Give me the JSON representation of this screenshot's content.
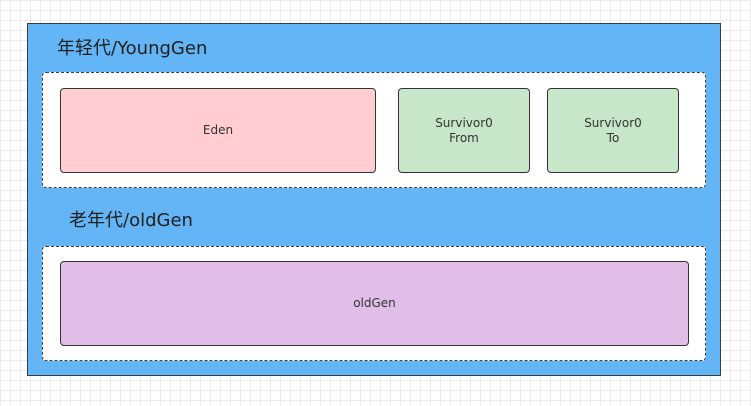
{
  "young_gen": {
    "title": "年轻代/YoungGen",
    "eden": "Eden",
    "survivor_from": {
      "line1": "Survivor0",
      "line2": "From"
    },
    "survivor_to": {
      "line1": "Survivor0",
      "line2": "To"
    }
  },
  "old_gen": {
    "title": "老年代/oldGen",
    "region": "oldGen"
  },
  "colors": {
    "heap_background": "#64b5f6",
    "eden_fill": "#ffcdd2",
    "survivor_fill": "#c8e6c9",
    "oldgen_fill": "#e1bee7",
    "border": "#333333"
  }
}
